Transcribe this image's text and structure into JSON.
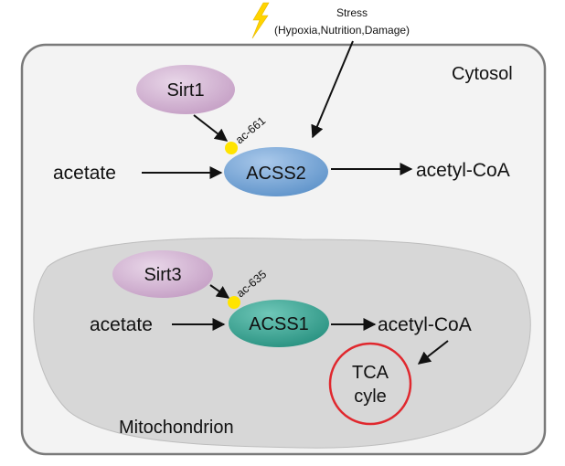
{
  "colors": {
    "cell_fill": "#f3f3f3",
    "cell_stroke": "#7a7a7a",
    "mito_fill": "#d7d7d7",
    "sirt_fill": "#c9a7c9",
    "acss2_fill": "#6b9ed1",
    "acss1_fill": "#2f9f8d",
    "acetylation_dot": "#ffe400",
    "tca_ring": "#e0282e",
    "stress_bolt": "#ffd400"
  },
  "regions": {
    "cytosol": "Cytosol",
    "mitochondrion": "Mitochondrion"
  },
  "stress": {
    "title": "Stress",
    "detail": "(Hypoxia,Nutrition,Damage)",
    "icon": "lightning-bolt-icon"
  },
  "cytosol_pathway": {
    "regulator": "Sirt1",
    "acetylation_site": "ac-661",
    "substrate": "acetate",
    "enzyme": "ACSS2",
    "product": "acetyl-CoA"
  },
  "mito_pathway": {
    "regulator": "Sirt3",
    "acetylation_site": "ac-635",
    "substrate": "acetate",
    "enzyme": "ACSS1",
    "product": "acetyl-CoA",
    "cycle_line1": "TCA",
    "cycle_line2": "cyle"
  }
}
